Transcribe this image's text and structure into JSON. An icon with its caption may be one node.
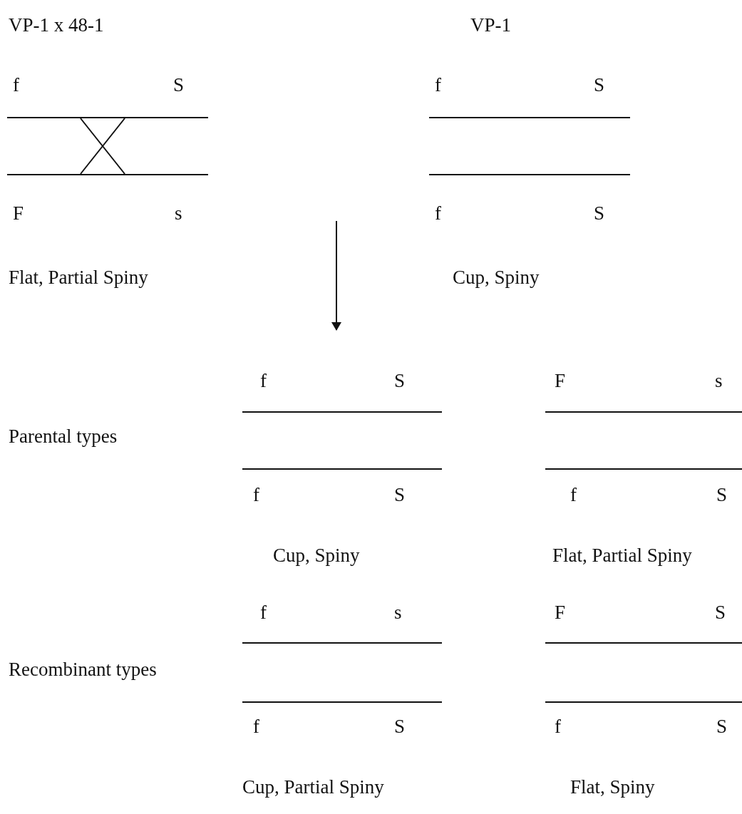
{
  "diagram": {
    "labels": [
      "VP-1 x 48-1",
      "VP-1",
      "f",
      "S",
      "f",
      "S",
      "F",
      "s",
      "f",
      "S",
      "Flat, Partial Spiny",
      "Cup, Spiny",
      "f",
      "S",
      "F",
      "s",
      "Parental types",
      "f",
      "S",
      "f",
      "S",
      "Cup, Spiny",
      "Flat, Partial Spiny",
      "f",
      "s",
      "F",
      "S",
      "Recombinant types",
      "f",
      "S",
      "f",
      "S",
      "Cup, Partial Spiny",
      "Flat, Spiny"
    ]
  }
}
